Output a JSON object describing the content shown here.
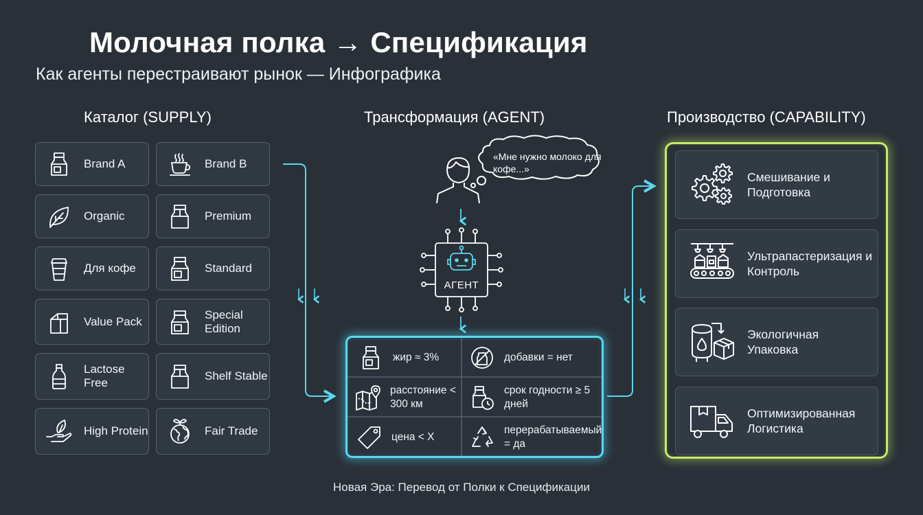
{
  "title": "Молочная полка → Спецификация",
  "subtitle": "Как агенты перестраивают рынок — Инфографика",
  "columns": {
    "supply": "Каталог (SUPPLY)",
    "agent": "Трансформация (AGENT)",
    "capability": "Производство (CAPABILITY)"
  },
  "catalog": [
    {
      "label": "Brand A",
      "icon": "milk-carton-icon"
    },
    {
      "label": "Brand B",
      "icon": "coffee-cup-icon"
    },
    {
      "label": "Organic",
      "icon": "leaf-icon"
    },
    {
      "label": "Premium",
      "icon": "milk-carton-icon"
    },
    {
      "label": "Для кофе",
      "icon": "takeaway-cup-icon"
    },
    {
      "label": "Standard",
      "icon": "milk-carton-icon"
    },
    {
      "label": "Value Pack",
      "icon": "milk-carton-icon"
    },
    {
      "label": "Special Edition",
      "icon": "milk-carton-icon"
    },
    {
      "label": "Lactose Free",
      "icon": "bottle-icon"
    },
    {
      "label": "Shelf Stable",
      "icon": "milk-carton-icon"
    },
    {
      "label": "High Protein",
      "icon": "hand-leaf-icon"
    },
    {
      "label": "Fair Trade",
      "icon": "globe-icon"
    }
  ],
  "agent": {
    "thought": "«Мне нужно молоко для кофе...»",
    "chip_label": "АГЕНТ"
  },
  "spec": [
    {
      "label": "жир ≈ 3%",
      "icon": "milk-carton-icon"
    },
    {
      "label": "добавки = нет",
      "icon": "no-additives-icon"
    },
    {
      "label": "расстояние < 300 км",
      "icon": "map-pin-icon"
    },
    {
      "label": "срок годности ≥ 5 дней",
      "icon": "carton-clock-icon"
    },
    {
      "label": "цена < X",
      "icon": "price-tag-icon"
    },
    {
      "label": "перерабатываемый = да",
      "icon": "recycle-icon"
    }
  ],
  "capabilities": [
    {
      "label": "Смешивание и Подготовка",
      "icon": "gears-icon"
    },
    {
      "label": "Ультрапастеризация и Контроль",
      "icon": "conveyor-icon"
    },
    {
      "label": "Экологичная Упаковка",
      "icon": "tank-box-icon"
    },
    {
      "label": "Оптимизированная Логистика",
      "icon": "truck-icon"
    }
  ],
  "footer": "Новая Эра: Перевод от Полки к Спецификации",
  "colors": {
    "background": "#2a3038",
    "accent_cyan": "#5ad8ee",
    "accent_lime": "#c7ec6a",
    "card_border": "#59616b"
  }
}
